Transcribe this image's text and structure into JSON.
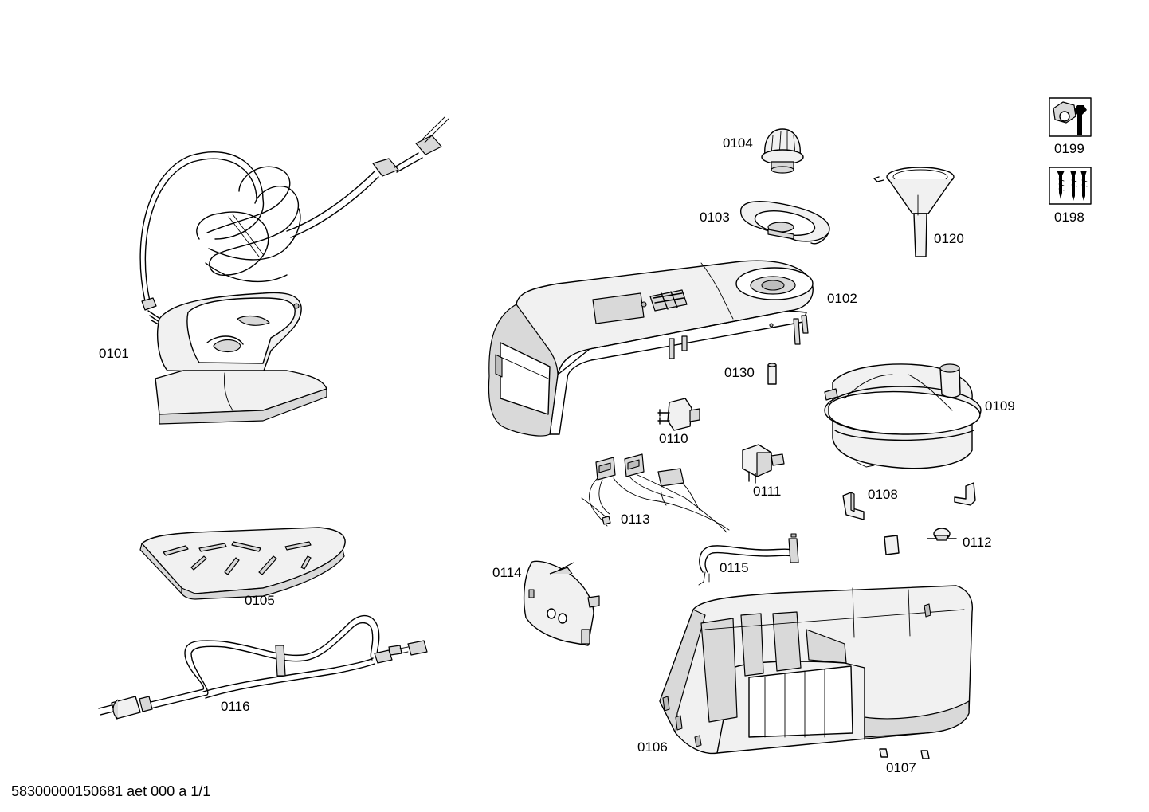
{
  "parts": [
    {
      "id": "0101",
      "name": "iron-with-hose"
    },
    {
      "id": "0102",
      "name": "top-cover"
    },
    {
      "id": "0103",
      "name": "cap-plate"
    },
    {
      "id": "0104",
      "name": "knob"
    },
    {
      "id": "0105",
      "name": "iron-rest-mat"
    },
    {
      "id": "0106",
      "name": "base-housing"
    },
    {
      "id": "0107",
      "name": "feet"
    },
    {
      "id": "0108",
      "name": "bracket"
    },
    {
      "id": "0109",
      "name": "boiler"
    },
    {
      "id": "0110",
      "name": "switch"
    },
    {
      "id": "0111",
      "name": "pump"
    },
    {
      "id": "0112",
      "name": "thermostat"
    },
    {
      "id": "0113",
      "name": "wiring-harness"
    },
    {
      "id": "0114",
      "name": "control-panel"
    },
    {
      "id": "0115",
      "name": "hose"
    },
    {
      "id": "0116",
      "name": "power-cord"
    },
    {
      "id": "0120",
      "name": "funnel"
    },
    {
      "id": "0130",
      "name": "pin"
    },
    {
      "id": "0198",
      "name": "screws-symbol"
    },
    {
      "id": "0199",
      "name": "tool-symbol"
    }
  ],
  "footer_text": "58300000150681 aet 000 a 1/1"
}
